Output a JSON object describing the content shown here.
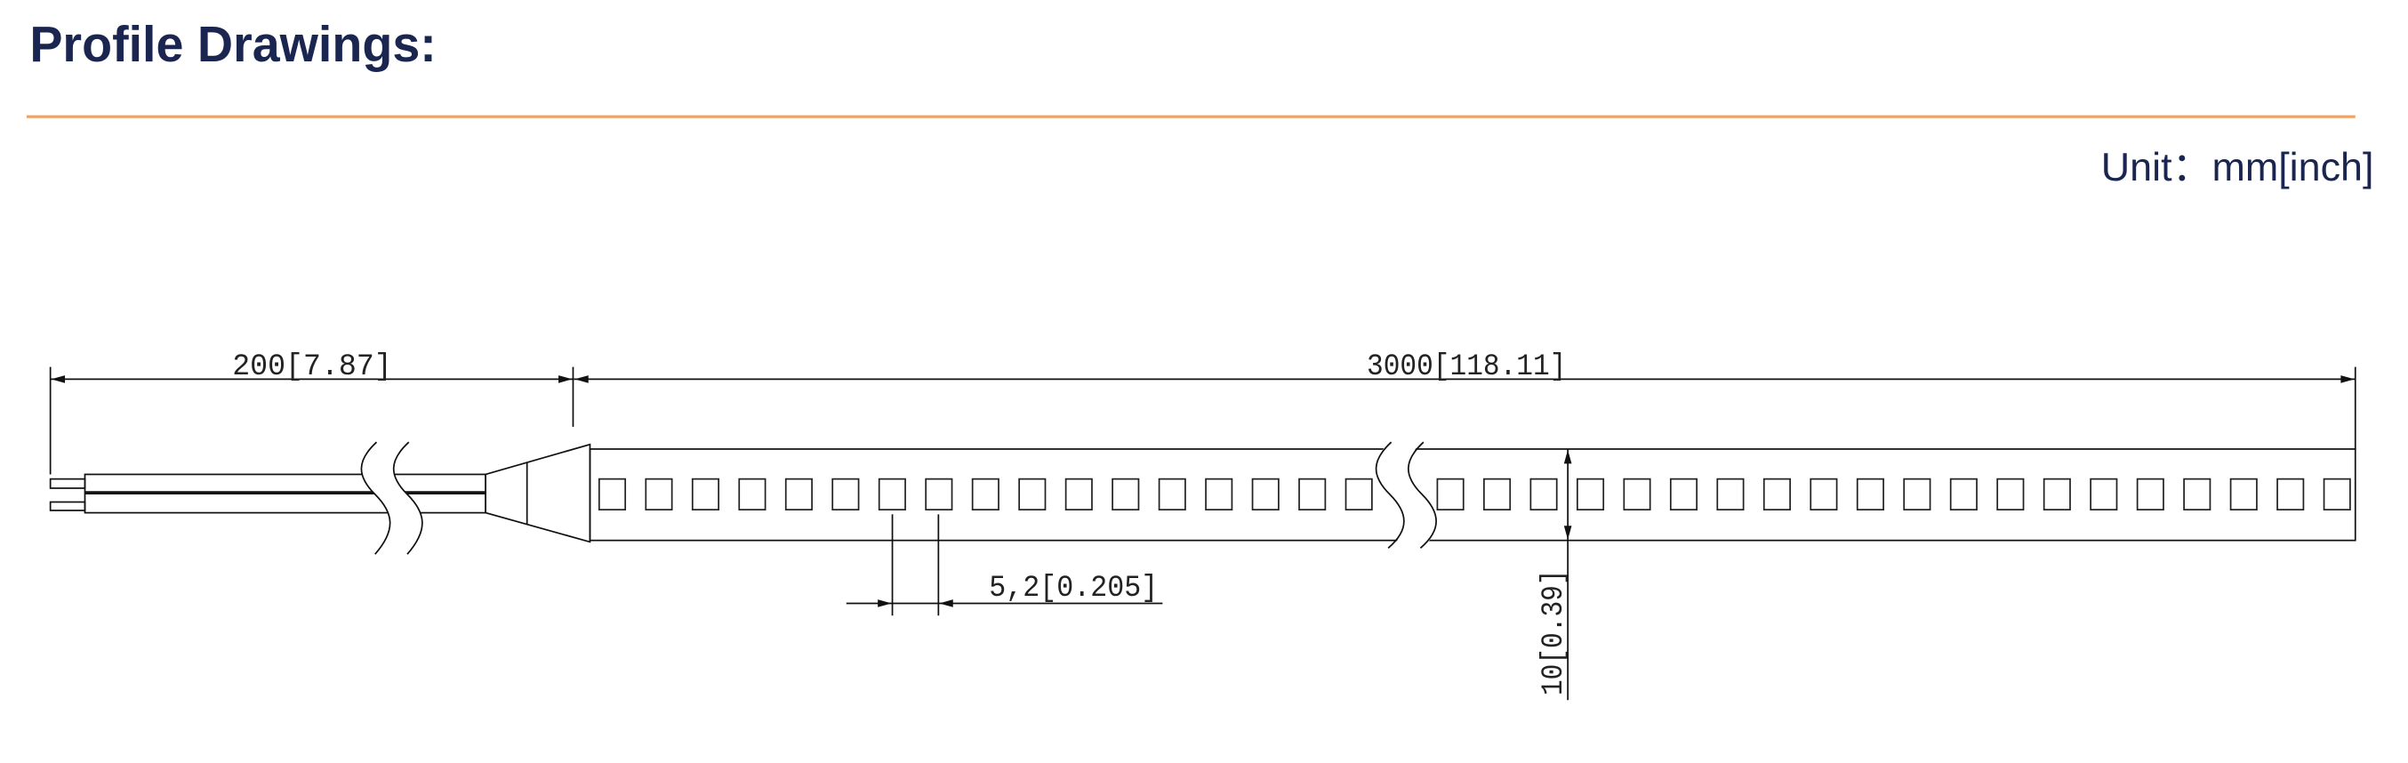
{
  "header": {
    "title": "Profile Drawings:",
    "accent_color": "#f0a060"
  },
  "unit_label": "Unit：mm[inch]",
  "drawing": {
    "cable_length_label": "200[7.87]",
    "strip_length_label": "3000[118.11]",
    "led_pitch_label": "5,2[0.205]",
    "strip_width_label": "10[0.39]",
    "led_count_left_section": 17,
    "led_count_right_section": 20
  }
}
